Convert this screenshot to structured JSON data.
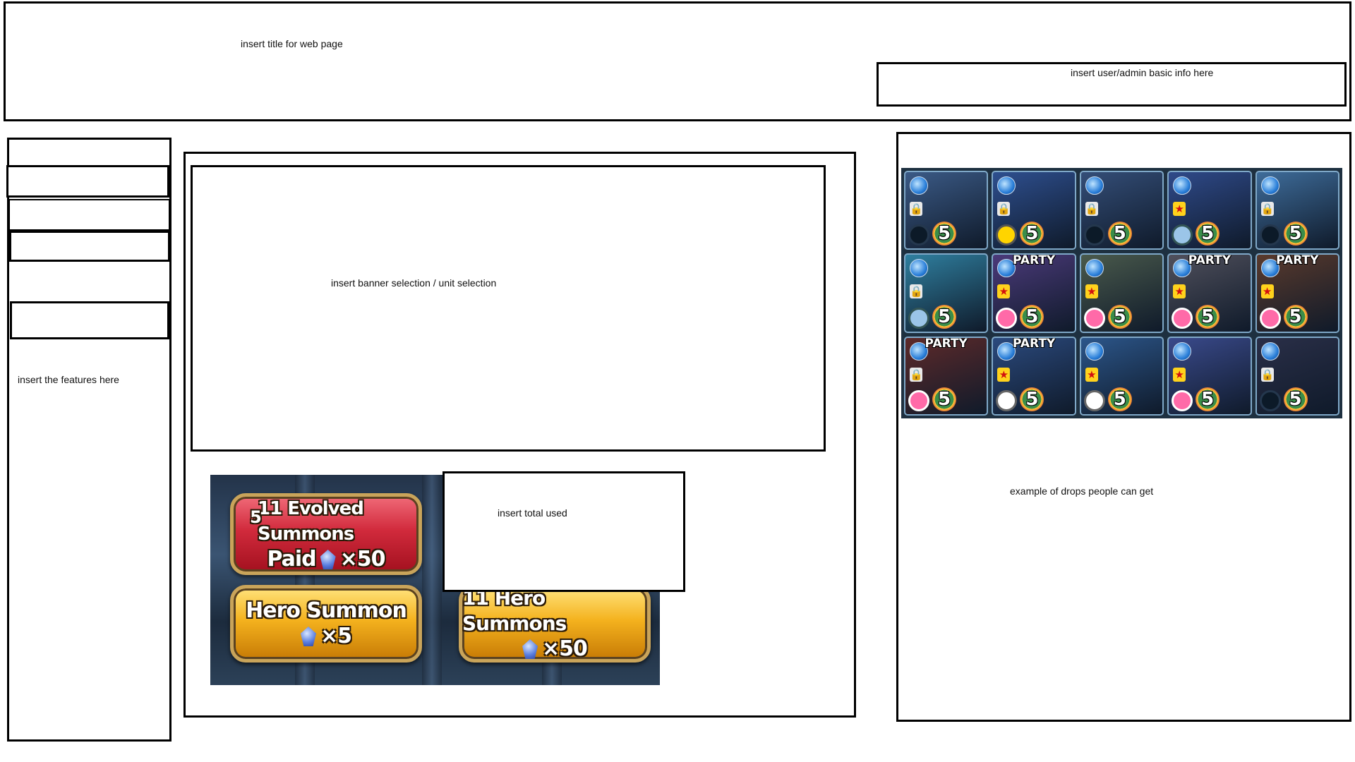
{
  "header": {
    "title_placeholder": "insert title for web page",
    "user_info_placeholder": "insert user/admin basic info here"
  },
  "sidebar": {
    "features_placeholder": "insert the features here"
  },
  "main": {
    "banner_placeholder": "insert banner selection / unit selection",
    "total_used_placeholder": "insert total used",
    "summons": {
      "evolved": {
        "count_label": "11 Evolved Summons",
        "paid_label": "Paid",
        "cost": "×50",
        "star_badge": "5"
      },
      "hero_single": {
        "label": "Hero Summon",
        "cost": "×5"
      },
      "hero_multi": {
        "label": "11 Hero Summons",
        "cost": "×50"
      }
    }
  },
  "drops": {
    "caption": "example of drops people can get",
    "party_label": "PARTY",
    "tiles": [
      {
        "rarity": "5",
        "party": false,
        "mark": "lock",
        "ring": "dark",
        "color": "#3b5a86"
      },
      {
        "rarity": "5",
        "party": false,
        "mark": "lock",
        "ring": "yellow",
        "color": "#2e4f8f"
      },
      {
        "rarity": "5",
        "party": false,
        "mark": "lock",
        "ring": "dark",
        "color": "#344e78"
      },
      {
        "rarity": "5",
        "party": false,
        "mark": "star",
        "ring": "water",
        "color": "#2f4a8a"
      },
      {
        "rarity": "5",
        "party": false,
        "mark": "lock",
        "ring": "dark",
        "color": "#3e6c9a"
      },
      {
        "rarity": "5",
        "party": false,
        "mark": "lock",
        "ring": "water",
        "color": "#2f7f9f"
      },
      {
        "rarity": "5",
        "party": true,
        "mark": "star",
        "ring": "pink",
        "color": "#4b3a7a"
      },
      {
        "rarity": "5",
        "party": false,
        "mark": "star",
        "ring": "pink",
        "color": "#4a5a4c"
      },
      {
        "rarity": "5",
        "party": true,
        "mark": "star",
        "ring": "pink",
        "color": "#50505c"
      },
      {
        "rarity": "5",
        "party": true,
        "mark": "star",
        "ring": "pink",
        "color": "#5a3a2c"
      },
      {
        "rarity": "5",
        "party": true,
        "mark": "lock",
        "ring": "pink",
        "color": "#5e2a2a"
      },
      {
        "rarity": "5",
        "party": true,
        "mark": "star",
        "ring": "white",
        "color": "#2b4a7e"
      },
      {
        "rarity": "5",
        "party": false,
        "mark": "star",
        "ring": "white",
        "color": "#2c568a"
      },
      {
        "rarity": "5",
        "party": false,
        "mark": "star",
        "ring": "pink",
        "color": "#3a4a8c"
      },
      {
        "rarity": "5",
        "party": false,
        "mark": "lock",
        "ring": "dark",
        "color": "#2a2f48"
      }
    ]
  }
}
